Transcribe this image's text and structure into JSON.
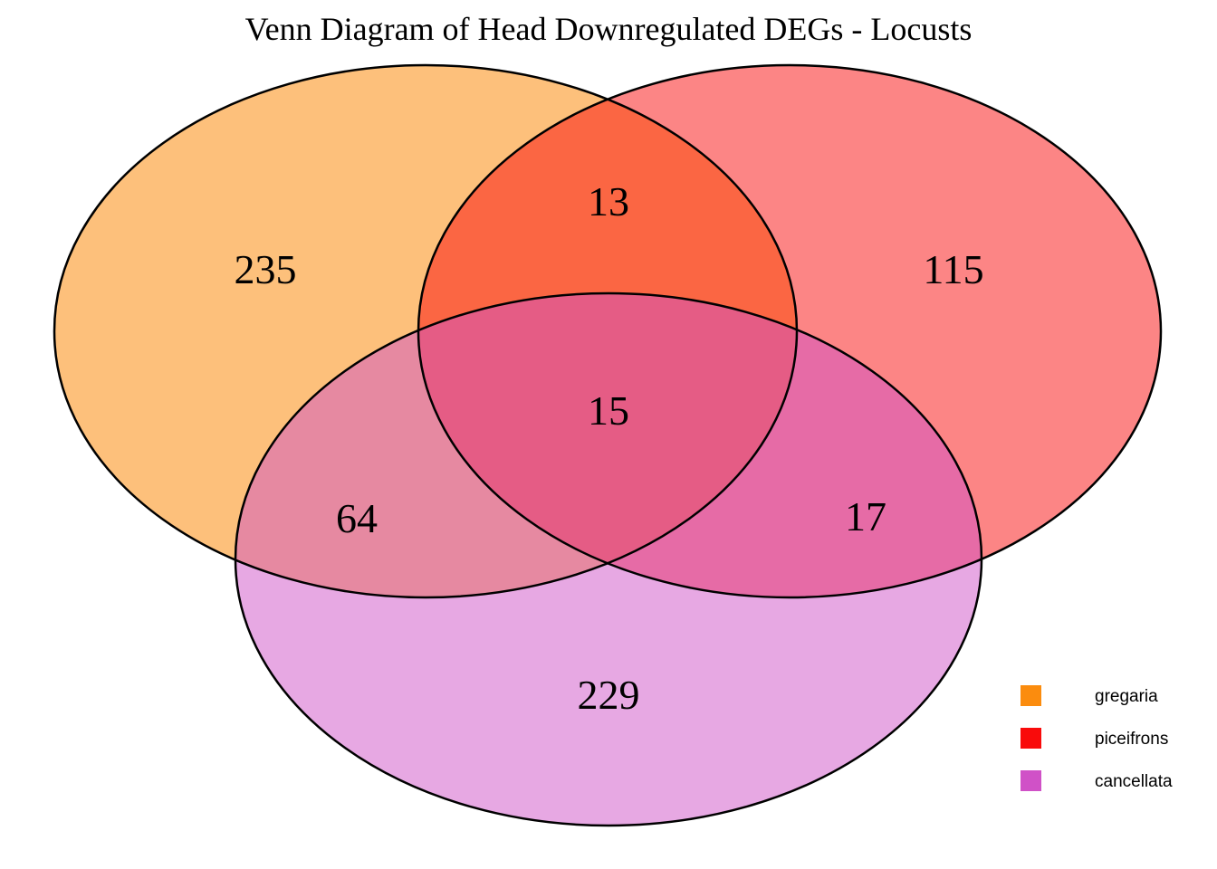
{
  "title": "Venn Diagram of Head Downregulated DEGs - Locusts",
  "chart_data": {
    "type": "venn",
    "title": "Venn Diagram of Head Downregulated DEGs - Locusts",
    "sets": [
      {
        "name": "gregaria",
        "color": "#FB8C0E"
      },
      {
        "name": "piceifrons",
        "color": "#F90B0B"
      },
      {
        "name": "cancellata",
        "color": "#D051C7"
      }
    ],
    "regions": {
      "gregaria_only": 235,
      "piceifrons_only": 115,
      "cancellata_only": 229,
      "gregaria_and_piceifrons": 13,
      "gregaria_and_cancellata": 64,
      "piceifrons_and_cancellata": 17,
      "gregaria_and_piceifrons_and_cancellata": 15
    },
    "legend_position": "bottom-right",
    "background": "#ffffff",
    "outline_color": "#000000"
  }
}
